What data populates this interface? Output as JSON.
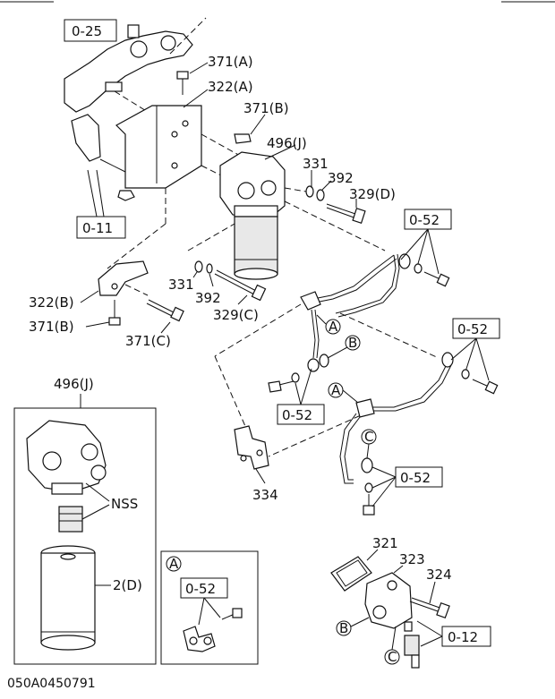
{
  "refs": {
    "r025": "0-25",
    "r011": "0-11",
    "r052a": "0-52",
    "r052b": "0-52",
    "r052c": "0-52",
    "r052d": "0-52",
    "r052e": "0-52",
    "r012": "0-12"
  },
  "labels": {
    "p371a": "371(A)",
    "p322a": "322(A)",
    "p371b_top": "371(B)",
    "p496j": "496(J)",
    "p331_top": "331",
    "p392_top": "392",
    "p329d": "329(D)",
    "p322b": "322(B)",
    "p371b_bot": "371(B)",
    "p371c": "371(C)",
    "p331_bot": "331",
    "p392_bot": "392",
    "p329c": "329(C)",
    "p334": "334",
    "p496j_detail": "496(J)",
    "nss": "NSS",
    "p2d": "2(D)",
    "p321": "321",
    "p323": "323",
    "p324": "324",
    "caption": "050A0450791"
  },
  "callouts": {
    "a": "A",
    "b": "B",
    "c": "C"
  }
}
